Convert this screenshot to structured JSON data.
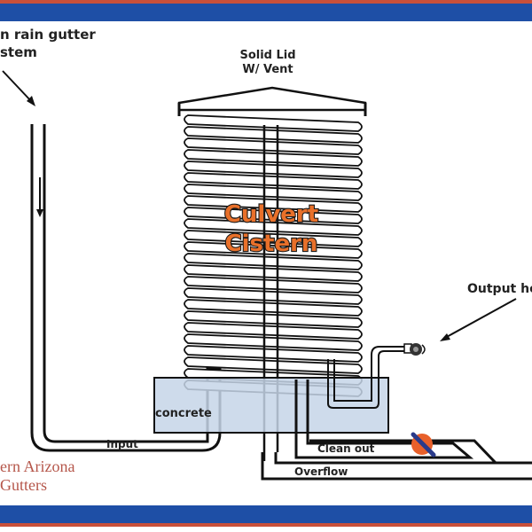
{
  "diagram": {
    "title_line1": "Culvert",
    "title_line2": "Cistern",
    "labels": {
      "gutter_line1": "n rain gutter",
      "gutter_line2": "stem",
      "lid_line1": "Solid Lid",
      "lid_line2": "W/ Vent",
      "output": "Output ho",
      "concrete": "concrete",
      "input": "Input",
      "clean_out": "Clean out",
      "overflow": "Overflow"
    },
    "brand": {
      "line1": "ern Arizona",
      "line2": "Gutters"
    },
    "colors": {
      "band_blue": "#1e4fa6",
      "band_red": "#c9503a",
      "concrete_fill": "#c5d5e8",
      "title_orange": "#e8702a",
      "valve_orange": "#e8602a",
      "valve_handle": "#2a3a8a",
      "brand_red": "#b5564a"
    }
  }
}
